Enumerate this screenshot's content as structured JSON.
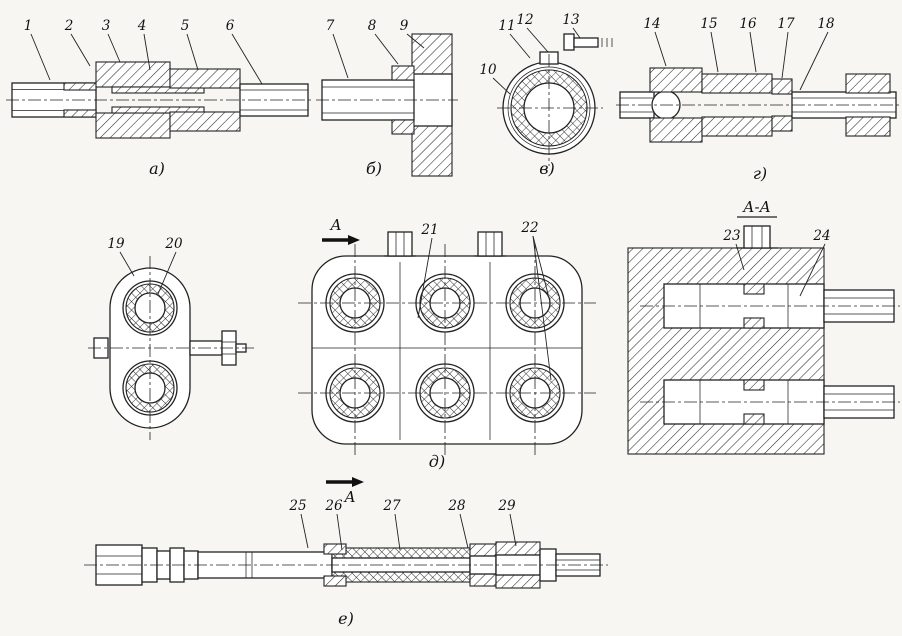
{
  "figure": {
    "panel_labels": {
      "a": "а)",
      "b": "б)",
      "v": "в)",
      "g": "г)",
      "d": "д)",
      "e": "е)"
    },
    "section": {
      "title": "А-А",
      "cut_letter_top": "А",
      "cut_letter_bottom": "А"
    },
    "callouts": {
      "c1": "1",
      "c2": "2",
      "c3": "3",
      "c4": "4",
      "c5": "5",
      "c6": "6",
      "c7": "7",
      "c8": "8",
      "c9": "9",
      "c10": "10",
      "c11": "11",
      "c12": "12",
      "c13": "13",
      "c14": "14",
      "c15": "15",
      "c16": "16",
      "c17": "17",
      "c18": "18",
      "c19": "19",
      "c20": "20",
      "c21": "21",
      "c22": "22",
      "c23": "23",
      "c24": "24",
      "c25": "25",
      "c26": "26",
      "c27": "27",
      "c28": "28",
      "c29": "29"
    },
    "colors": {
      "ink": "#222222",
      "paper": "#f7f6f3"
    }
  }
}
